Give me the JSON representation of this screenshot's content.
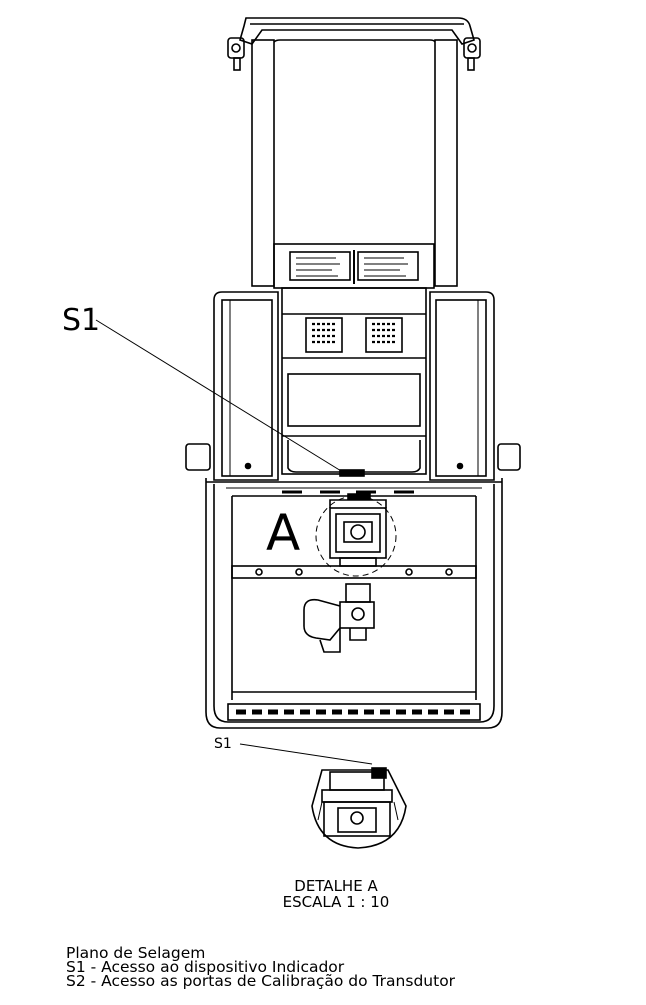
{
  "callouts": {
    "s1_main": "S1",
    "detail_marker": "A",
    "s1_detail": "S1"
  },
  "detail": {
    "title": "DETALHE A",
    "scale": "ESCALA 1 : 10"
  },
  "legend": {
    "heading": "Plano de Selagem",
    "items": [
      "S1 - Acesso ao dispositivo Indicador",
      "S2 - Acesso as portas de Calibração do Transdutor"
    ]
  },
  "colors": {
    "line": "#000000",
    "background": "#ffffff"
  }
}
